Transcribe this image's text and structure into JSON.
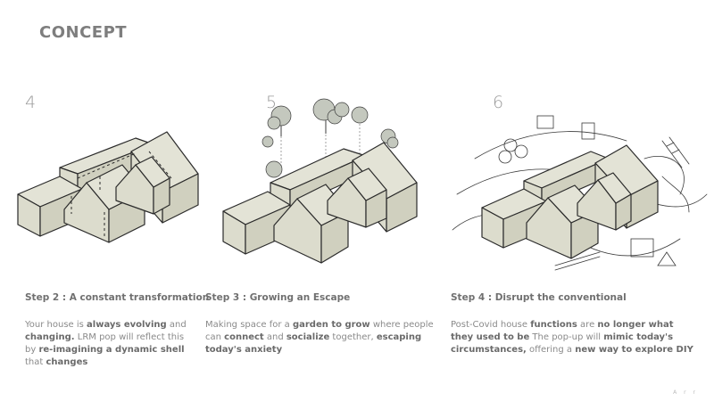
{
  "page": {
    "title": "CONCEPT",
    "footer_mark": "A r r"
  },
  "steps": [
    {
      "number": "4",
      "title": "Step 2 : A constant transformation",
      "description": [
        {
          "t": "Your house is ",
          "b": false
        },
        {
          "t": "always evolving",
          "b": true
        },
        {
          "t": " and ",
          "b": false
        },
        {
          "t": "changing.",
          "b": true
        },
        {
          "t": " LRM pop will reflect this by ",
          "b": false
        },
        {
          "t": "re-imagining a dynamic shell",
          "b": true
        },
        {
          "t": " that ",
          "b": false
        },
        {
          "t": "changes",
          "b": true
        }
      ]
    },
    {
      "number": "5",
      "title": "Step 3 : Growing an Escape",
      "description": [
        {
          "t": "Making space for a ",
          "b": false
        },
        {
          "t": "garden to grow",
          "b": true
        },
        {
          "t": " where people can ",
          "b": false
        },
        {
          "t": "connect",
          "b": true
        },
        {
          "t": " and ",
          "b": false
        },
        {
          "t": "socialize",
          "b": true
        },
        {
          "t": " together, ",
          "b": false
        },
        {
          "t": "escaping today's anxiety",
          "b": true
        }
      ]
    },
    {
      "number": "6",
      "title": "Step 4 : Disrupt the conventional",
      "description": [
        {
          "t": "Post-Covid house ",
          "b": false
        },
        {
          "t": "functions",
          "b": true
        },
        {
          "t": " are ",
          "b": false
        },
        {
          "t": "no longer what they used to be",
          "b": true
        },
        {
          "t": " The pop-up will ",
          "b": false
        },
        {
          "t": "mimic today's circumstances,",
          "b": true
        },
        {
          "t": " offering a ",
          "b": false
        },
        {
          "t": "new way to explore DIY",
          "b": true
        }
      ]
    }
  ],
  "colors": {
    "house_fill": "#dcdccd",
    "text": "#8a8a8a",
    "heading": "#7e7e7e"
  }
}
